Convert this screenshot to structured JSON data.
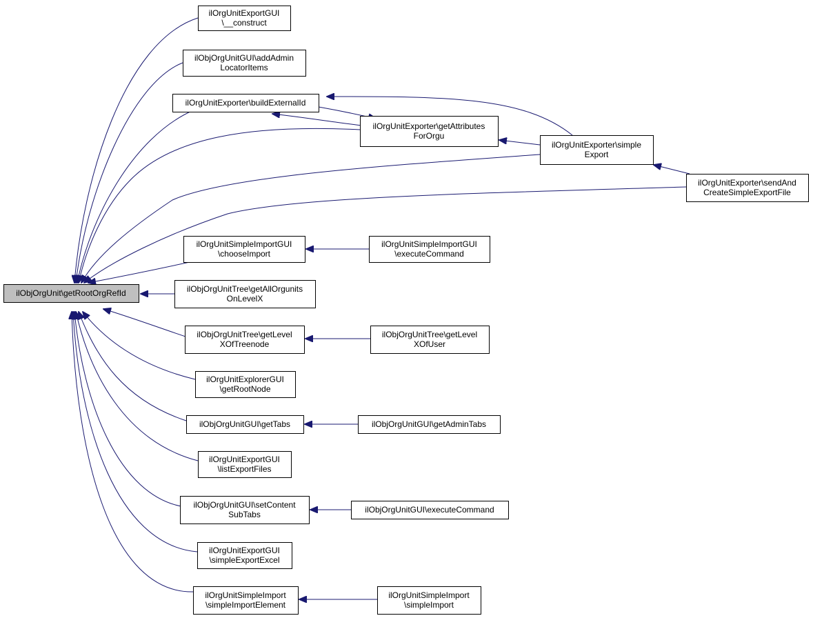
{
  "colors": {
    "edge": "#191970",
    "root_fill": "#bfbfbf",
    "node_fill": "#ffffff",
    "border": "#000000"
  },
  "nodes": [
    {
      "id": "root",
      "lines": [
        "ilObjOrgUnit\\getRootOrgRefId"
      ],
      "is_root": true
    },
    {
      "id": "exportgui_construct",
      "lines": [
        "ilOrgUnitExportGUI",
        "\\__construct"
      ]
    },
    {
      "id": "objgui_addadmin",
      "lines": [
        "ilObjOrgUnitGUI\\addAdmin",
        "LocatorItems"
      ]
    },
    {
      "id": "exporter_buildext",
      "lines": [
        "ilOrgUnitExporter\\buildExternalId"
      ]
    },
    {
      "id": "exporter_getattr",
      "lines": [
        "ilOrgUnitExporter\\getAttributes",
        "ForOrgu"
      ]
    },
    {
      "id": "exporter_simpleexport",
      "lines": [
        "ilOrgUnitExporter\\simple",
        "Export"
      ]
    },
    {
      "id": "exporter_sendandcreate",
      "lines": [
        "ilOrgUnitExporter\\sendAnd",
        "CreateSimpleExportFile"
      ]
    },
    {
      "id": "simpleimportgui_choose",
      "lines": [
        "ilOrgUnitSimpleImportGUI",
        "\\chooseImport"
      ]
    },
    {
      "id": "simpleimportgui_exec",
      "lines": [
        "ilOrgUnitSimpleImportGUI",
        "\\executeCommand"
      ]
    },
    {
      "id": "tree_getall",
      "lines": [
        "ilObjOrgUnitTree\\getAllOrgunits",
        "OnLevelX"
      ]
    },
    {
      "id": "tree_getlevelnode",
      "lines": [
        "ilObjOrgUnitTree\\getLevel",
        "XOfTreenode"
      ]
    },
    {
      "id": "tree_getleveluser",
      "lines": [
        "ilObjOrgUnitTree\\getLevel",
        "XOfUser"
      ]
    },
    {
      "id": "explorergui_root",
      "lines": [
        "ilOrgUnitExplorerGUI",
        "\\getRootNode"
      ]
    },
    {
      "id": "objgui_gettabs",
      "lines": [
        "ilObjOrgUnitGUI\\getTabs"
      ]
    },
    {
      "id": "objgui_getadmintabs",
      "lines": [
        "ilObjOrgUnitGUI\\getAdminTabs"
      ]
    },
    {
      "id": "exportgui_list",
      "lines": [
        "ilOrgUnitExportGUI",
        "\\listExportFiles"
      ]
    },
    {
      "id": "objgui_setcontent",
      "lines": [
        "ilObjOrgUnitGUI\\setContent",
        "SubTabs"
      ]
    },
    {
      "id": "objgui_exec",
      "lines": [
        "ilObjOrgUnitGUI\\executeCommand"
      ]
    },
    {
      "id": "exportgui_excel",
      "lines": [
        "ilOrgUnitExportGUI",
        "\\simpleExportExcel"
      ]
    },
    {
      "id": "simpleimport_element",
      "lines": [
        "ilOrgUnitSimpleImport",
        "\\simpleImportElement"
      ]
    },
    {
      "id": "simpleimport_import",
      "lines": [
        "ilOrgUnitSimpleImport",
        "\\simpleImport"
      ]
    }
  ]
}
